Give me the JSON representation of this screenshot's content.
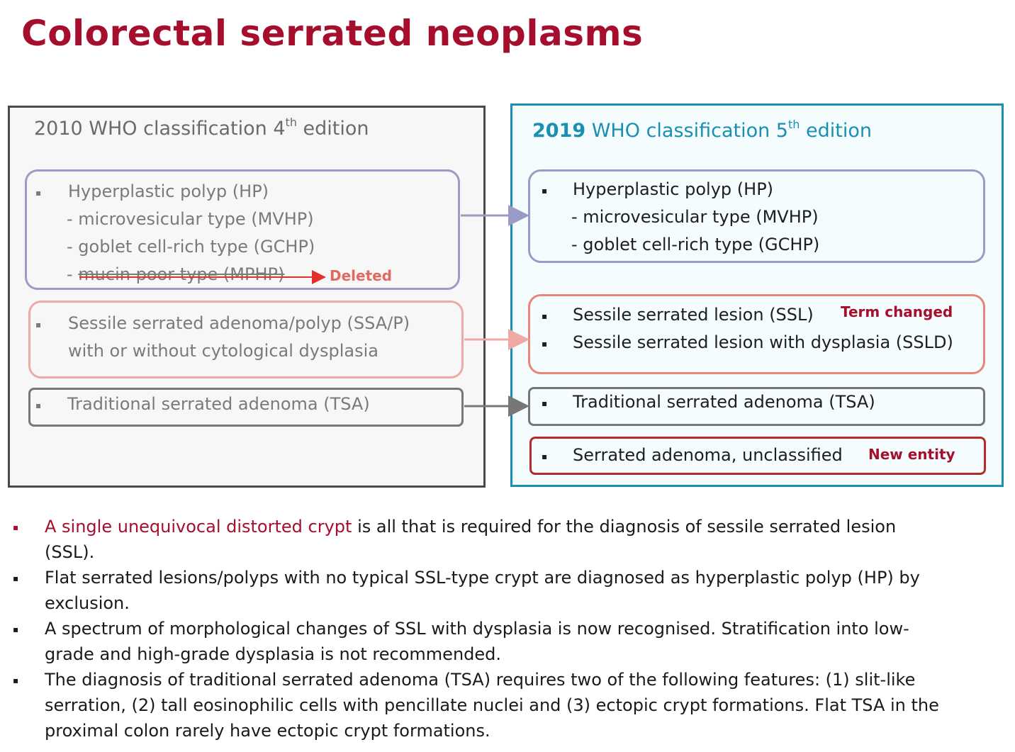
{
  "title": "Colorectal serrated neoplasms",
  "left_panel": {
    "heading_text": "2010 WHO classification 4",
    "heading_sup": "th",
    "heading_tail": " edition",
    "hp": {
      "main": "Hyperplastic polyp (HP)",
      "sub1": "- microvesicular type (MVHP)",
      "sub2": "- goblet cell-rich type (GCHP)",
      "sub3_dash": "- ",
      "sub3": "mucin poor type (MPHP)",
      "deleted_label": "Deleted"
    },
    "ssa": {
      "line1": "Sessile serrated adenoma/polyp (SSA/P)",
      "line2": "with or without cytological dysplasia"
    },
    "tsa": "Traditional serrated adenoma (TSA)"
  },
  "right_panel": {
    "heading_year": "2019",
    "heading_text": " WHO classification 5",
    "heading_sup": "th",
    "heading_tail": " edition",
    "hp": {
      "main": "Hyperplastic polyp (HP)",
      "sub1": "- microvesicular type (MVHP)",
      "sub2": "- goblet cell-rich type (GCHP)"
    },
    "ssl": {
      "line1": "Sessile serrated lesion (SSL)",
      "line2": "Sessile serrated lesion with dysplasia (SSLD)",
      "tag": "Term changed"
    },
    "tsa": "Traditional serrated adenoma (TSA)",
    "unclassified": {
      "label": "Serrated adenoma, unclassified",
      "tag": "New entity"
    }
  },
  "bullet_glyph": "▪",
  "notes": [
    {
      "highlight": "A single unequivocal distorted crypt",
      "rest_line1": " is all that is required for the diagnosis of sessile serrated lesion",
      "line2": "(SSL)."
    },
    {
      "line1": "Flat serrated lesions/polyps with no typical SSL-type crypt are diagnosed as hyperplastic polyp (HP) by",
      "line2": "exclusion."
    },
    {
      "line1": "A spectrum of morphological changes of SSL with dysplasia is now recognised. Stratification into low-",
      "line2": "grade and high-grade dysplasia is not recommended."
    },
    {
      "line1": "The diagnosis of traditional serrated adenoma (TSA) requires two of the following features: (1) slit-like",
      "line2": "serration, (2) tall eosinophilic cells with pencillate nuclei and (3) ectopic crypt formations. Flat TSA in the",
      "line3": "proximal colon rarely have ectopic crypt formations."
    }
  ],
  "colors": {
    "title": "#a50f2d",
    "left_border": "#4a4a4a",
    "right_border": "#1a8fb2",
    "hp_box": "#9b9bc8",
    "ssa_box": "#eeaaa2",
    "ssl_box": "#e8867b",
    "tsa_box": "#777777",
    "new_entity_box": "#b52b27",
    "deleted": "#e06a60"
  }
}
